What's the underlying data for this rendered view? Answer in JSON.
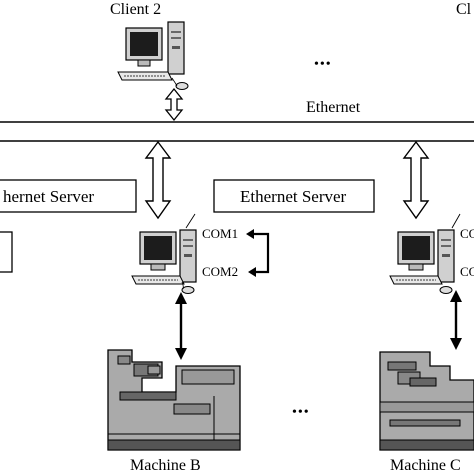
{
  "labels": {
    "client_2": "Client 2",
    "client_n": "Cl",
    "dots_top": "•••",
    "dots_bottom": "•••",
    "ethernet": "Ethernet",
    "server_left": "hernet Server",
    "server_mid": "Ethernet Server",
    "com1_b": "COM1",
    "com2_b": "COM2",
    "com1_c": "COM",
    "com2_c": "COM",
    "machine_b": "Machine B",
    "machine_c": "Machine C"
  },
  "icons": {
    "client_computer": "desktop-computer-icon",
    "host_computer": "desktop-computer-icon",
    "machine_tool": "machine-tool-icon",
    "arrow": "double-headed-arrow-icon"
  },
  "colors": {
    "ink": "#000000",
    "screen": "#1c1c1c",
    "machine": "#aaaaaa",
    "machine_dark": "#444444",
    "arrow_fill": "#ffffff"
  }
}
